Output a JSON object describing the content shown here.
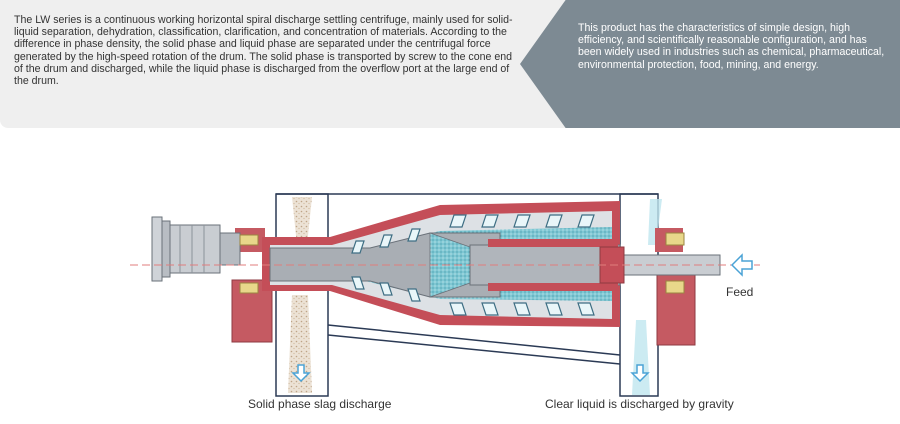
{
  "description": {
    "left": "The LW series is a continuous working horizontal spiral discharge settling centrifuge, mainly used for solid-liquid separation, dehydration, classification, clarification, and concentration of materials. According to the difference in phase density, the solid phase and liquid phase are separated under the centrifugal force generated by the high-speed rotation of the drum. The solid phase is transported by screw to the cone end of the drum and discharged, while the liquid phase is discharged from the overflow port at the large end of the drum.",
    "right": "This product has the characteristics of simple design, high efficiency, and scientifically reasonable configuration, and has been widely used in industries such as chemical, pharmaceutical, environmental protection, food, mining, and energy."
  },
  "diagram": {
    "labels": {
      "feed": "Feed",
      "solid_discharge": "Solid phase slag discharge",
      "liquid_discharge": "Clear liquid is discharged by gravity"
    }
  },
  "colors": {
    "panel_gray": "#efefef",
    "panel_slate": "#7d8a93",
    "housing_red": "#c55a62",
    "drum_gray": "#a9aeb4",
    "flow_cyan": "#5fb8c9",
    "bearing_yellow": "#e8d78a",
    "arrow_blue": "#4ba3d6",
    "axis_dash": "#e07d7d"
  }
}
